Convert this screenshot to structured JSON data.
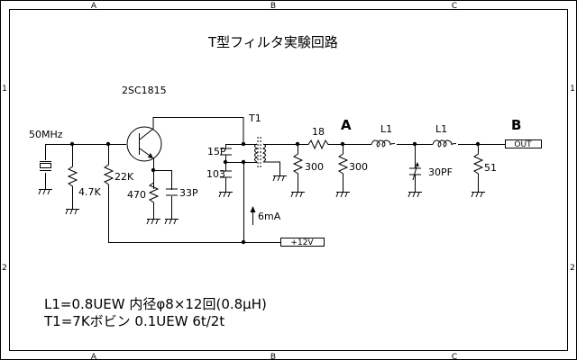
{
  "title": "T型フィルタ実験回路",
  "frame": {
    "columns": [
      "A",
      "B",
      "C"
    ],
    "rows": [
      "1",
      "2"
    ]
  },
  "components": {
    "oscillator_freq": "50MHz",
    "transistor": "2SC1815",
    "r_base_gnd": "4.7K",
    "r_base_bias": "22K",
    "r_emitter": "470",
    "c_emitter": "33P",
    "c_tank_top": "15P",
    "c_tank_bottom": "103",
    "transformer": "T1",
    "r_shunt_1": "300",
    "r_series": "18",
    "r_shunt_2": "300",
    "inductor_1": "L1",
    "inductor_2": "L1",
    "c_trim": "30PF",
    "r_load": "51",
    "current": "6mA",
    "supply": "+12V",
    "output": "OUT"
  },
  "test_points": {
    "a": "A",
    "b": "B"
  },
  "notes": [
    "L1=0.8UEW  内径φ8×12回(0.8μH)",
    "T1=7Kボビン 0.1UEW 6t/2t"
  ]
}
